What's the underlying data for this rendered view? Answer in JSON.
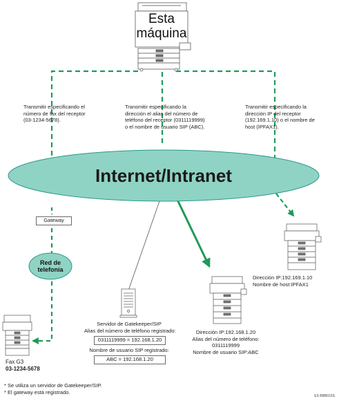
{
  "colors": {
    "green": "#1f9a5a",
    "cloud_fill": "#8fd3c4",
    "cloud_stroke": "#2a9a86",
    "pill_fill": "#8fd3c4"
  },
  "top_machine": {
    "label_line1": "Esta",
    "label_line2": "máquina",
    "icon": "multifunction-printer-icon"
  },
  "captions": {
    "left": [
      "Transmitir especificando el",
      "número de fax del receptor",
      "(03-1234-5678)."
    ],
    "middle": [
      "Transmitir especificando la",
      "dirección el alias del número de",
      "teléfono del receptor (0311119999)",
      "o el nombre de usuario SIP (ABC)."
    ],
    "right": [
      "Transmitir especificando la",
      "dirección IP del receptor",
      "(192.169.1.10) o el nombre de",
      "host (IPFAX1)."
    ]
  },
  "network": {
    "label": "Internet/Intranet"
  },
  "gateway": {
    "label": "Gateway"
  },
  "phone_network": {
    "line1": "Red de",
    "line2": "telefonía"
  },
  "fax_g3": {
    "line1": "Fax G3",
    "line2": "03-1234-5678",
    "icon": "fax-machine-icon"
  },
  "server": {
    "icon": "server-icon",
    "line1": "Servidor de Gatekeeper/SIP",
    "line2": "Alias del número de teléfono registrado:",
    "box1": "0311119999 = 192.168.1.20",
    "line3": "Nombre de usuario SIP registrado:",
    "box2": "ABC = 192.168.1.20"
  },
  "device_middle": {
    "icon": "printer-icon",
    "lines": [
      "Dirección IP:192.168.1.20",
      "Alias del número de teléfono:",
      "0311119999",
      "Nombre de usuario SIP:ABC"
    ]
  },
  "device_right": {
    "icon": "printer-icon",
    "lines": [
      "Dirección IP:192.169.1.10",
      "Nombre de host:IPFAX1"
    ]
  },
  "footnotes": [
    "* Se utiliza un servidor de Gatekeeper/SIP.",
    "* El gateway está registrado."
  ],
  "figure_code": "ES BBB015S"
}
